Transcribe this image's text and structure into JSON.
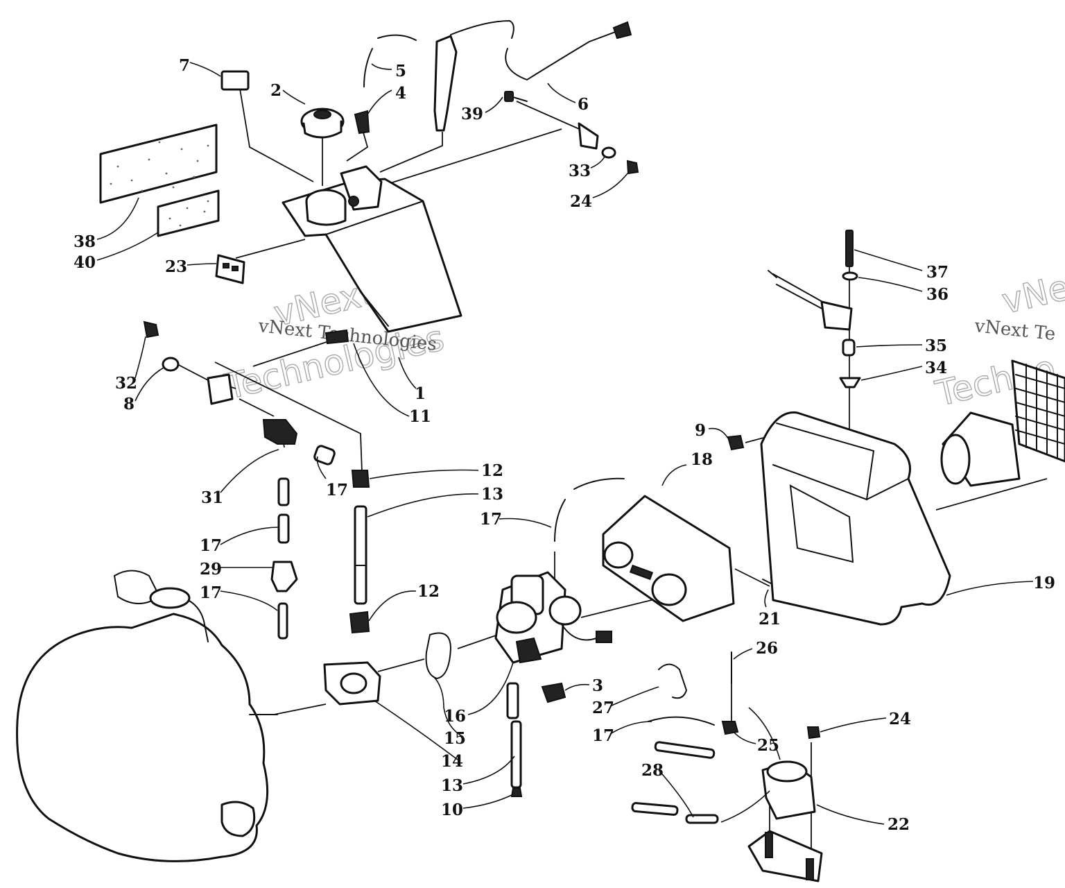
{
  "watermark": {
    "line1": "vNext",
    "line2": "Technologies",
    "full": "vNext Technologies",
    "full_right": "vNext Te",
    "partial_right_top": "vNe",
    "partial_right_bottom": "Techno"
  },
  "callouts": [
    {
      "id": "c7",
      "label": "7"
    },
    {
      "id": "c2",
      "label": "2"
    },
    {
      "id": "c5",
      "label": "5"
    },
    {
      "id": "c4",
      "label": "4"
    },
    {
      "id": "c6",
      "label": "6"
    },
    {
      "id": "c39",
      "label": "39"
    },
    {
      "id": "c33",
      "label": "33"
    },
    {
      "id": "c24a",
      "label": "24"
    },
    {
      "id": "c38",
      "label": "38"
    },
    {
      "id": "c40",
      "label": "40"
    },
    {
      "id": "c23",
      "label": "23"
    },
    {
      "id": "c37",
      "label": "37"
    },
    {
      "id": "c36",
      "label": "36"
    },
    {
      "id": "c35",
      "label": "35"
    },
    {
      "id": "c34",
      "label": "34"
    },
    {
      "id": "c32",
      "label": "32"
    },
    {
      "id": "c8",
      "label": "8"
    },
    {
      "id": "c1",
      "label": "1"
    },
    {
      "id": "c11",
      "label": "11"
    },
    {
      "id": "c9",
      "label": "9"
    },
    {
      "id": "c18",
      "label": "18"
    },
    {
      "id": "c12a",
      "label": "12"
    },
    {
      "id": "c13a",
      "label": "13"
    },
    {
      "id": "c17b",
      "label": "17"
    },
    {
      "id": "c31",
      "label": "31"
    },
    {
      "id": "c17a",
      "label": "17"
    },
    {
      "id": "c17c",
      "label": "17"
    },
    {
      "id": "c29",
      "label": "29"
    },
    {
      "id": "c17d",
      "label": "17"
    },
    {
      "id": "c12b",
      "label": "12"
    },
    {
      "id": "c21",
      "label": "21"
    },
    {
      "id": "c19",
      "label": "19"
    },
    {
      "id": "c26",
      "label": "26"
    },
    {
      "id": "c3",
      "label": "3"
    },
    {
      "id": "c27",
      "label": "27"
    },
    {
      "id": "c16",
      "label": "16"
    },
    {
      "id": "c17e",
      "label": "17"
    },
    {
      "id": "c15",
      "label": "15"
    },
    {
      "id": "c24b",
      "label": "24"
    },
    {
      "id": "c25",
      "label": "25"
    },
    {
      "id": "c14",
      "label": "14"
    },
    {
      "id": "c28",
      "label": "28"
    },
    {
      "id": "c13b",
      "label": "13"
    },
    {
      "id": "c22",
      "label": "22"
    },
    {
      "id": "c10",
      "label": "10"
    }
  ]
}
